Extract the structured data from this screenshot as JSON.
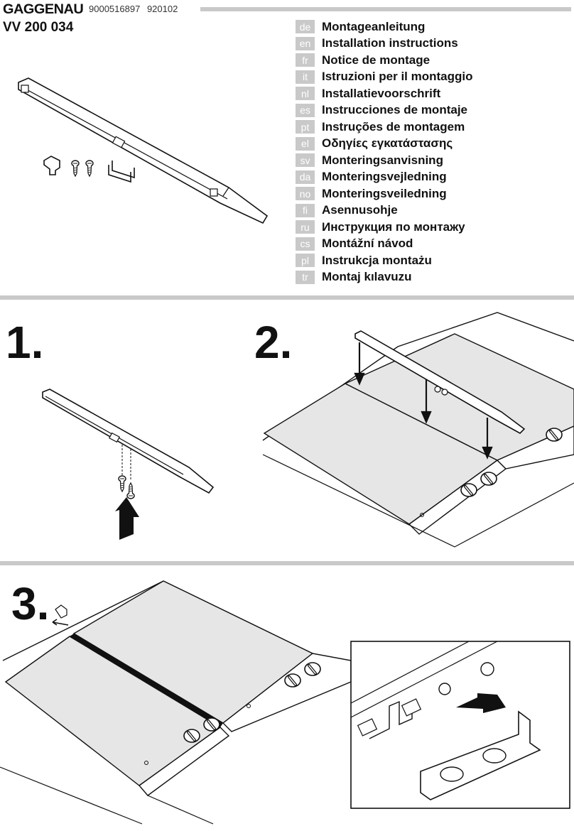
{
  "header": {
    "brand": "GAGGENAU",
    "doc_number": "9000516897",
    "doc_date": "920102",
    "model": "VV 200 034"
  },
  "languages": [
    {
      "code": "de",
      "title": "Montageanleitung"
    },
    {
      "code": "en",
      "title": "Installation instructions"
    },
    {
      "code": "fr",
      "title": "Notice de montage"
    },
    {
      "code": "it",
      "title": "Istruzioni per il montaggio"
    },
    {
      "code": "nl",
      "title": "Installatievoorschrift"
    },
    {
      "code": "es",
      "title": "Instrucciones de montaje"
    },
    {
      "code": "pt",
      "title": "Instruções de montagem"
    },
    {
      "code": "el",
      "title": "Οδηγίες εγκατάστασης"
    },
    {
      "code": "sv",
      "title": "Monteringsanvisning"
    },
    {
      "code": "da",
      "title": "Monteringsvejledning"
    },
    {
      "code": "no",
      "title": "Monteringsveiledning"
    },
    {
      "code": "fi",
      "title": "Asennusohje"
    },
    {
      "code": "ru",
      "title": "Инструкция по монтажу"
    },
    {
      "code": "cs",
      "title": "Montážní návod"
    },
    {
      "code": "pl",
      "title": "Instrukcja montażu"
    },
    {
      "code": "tr",
      "title": "Montaj kılavuzu"
    }
  ],
  "steps": {
    "step1": "1.",
    "step2": "2.",
    "step3": "3."
  },
  "colors": {
    "bar_gray": "#c9c9c9",
    "panel_gray": "#e6e6e6"
  }
}
